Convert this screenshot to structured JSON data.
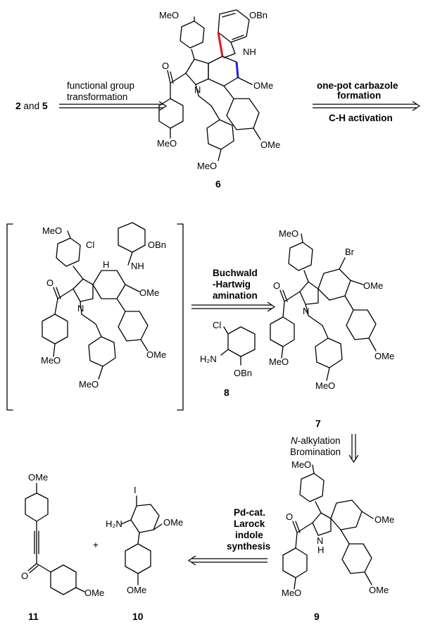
{
  "colors": {
    "red": "#e8141a",
    "blue": "#1f1fe0",
    "black": "#000000"
  },
  "scheme": {
    "start": {
      "num_a": "2",
      "and": " and ",
      "num_b": "5"
    },
    "step1": {
      "line1": "functional group",
      "line2": "transformation"
    },
    "step2": {
      "line1": "one-pot carbazole",
      "line2": "formation",
      "line3": "C-H activation"
    },
    "step3": {
      "line1": "Buchwald",
      "line2": "-Hartwig",
      "line3": "amination"
    },
    "step4": {
      "italic": "N",
      "line1_rest": "-alkylation",
      "line2": "Bromination"
    },
    "step5": {
      "line1": "Pd-cat.",
      "line2": "Larock",
      "line3": "indole",
      "line4": "synthesis"
    },
    "plus": "+",
    "compounds": {
      "c6": "6",
      "c7": "7",
      "c8": "8",
      "c9": "9",
      "c10": "10",
      "c11": "11"
    },
    "atoms": {
      "MeO": "MeO",
      "OMe": "OMe",
      "OBn": "OBn",
      "NH": "NH",
      "N": "N",
      "Br": "Br",
      "Cl": "Cl",
      "H": "H",
      "H2N": "H₂N",
      "O": "O",
      "I": "I"
    }
  }
}
